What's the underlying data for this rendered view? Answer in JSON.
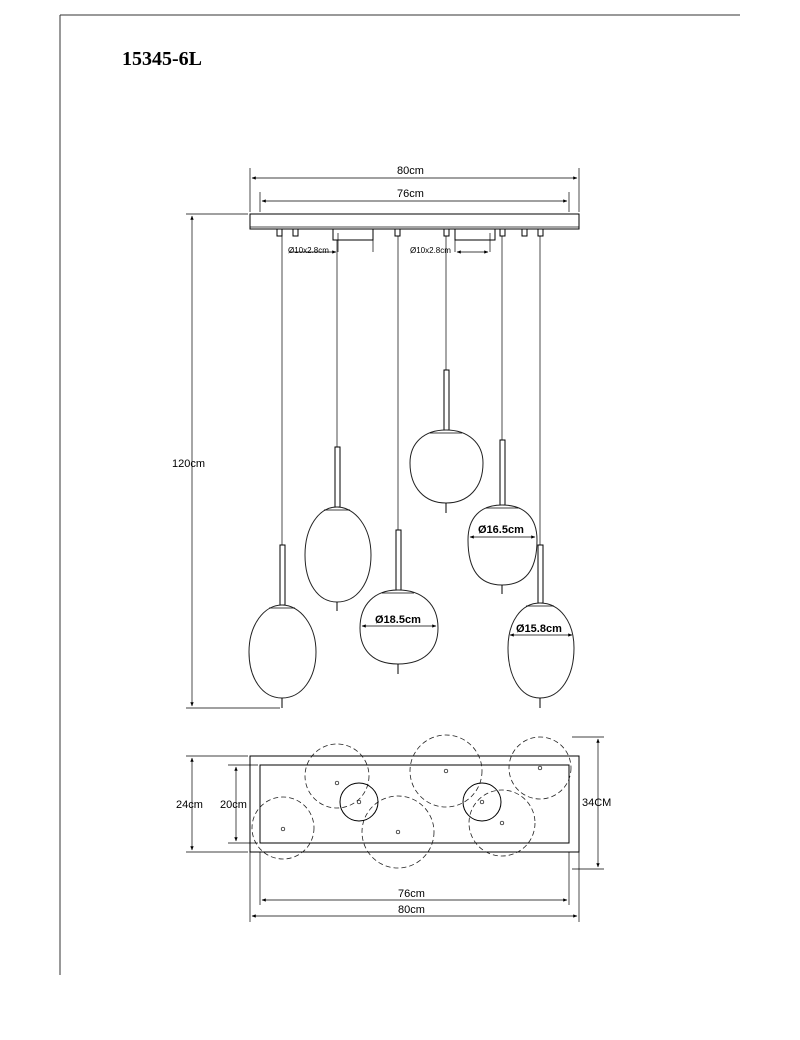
{
  "title": "15345-6L",
  "front_view": {
    "width_outer": "80cm",
    "width_inner": "76cm",
    "height_total": "120cm",
    "canopy_left": "Ø10x2.8cm",
    "canopy_right": "Ø10x2.8cm",
    "shade_a": "Ø16.5cm",
    "shade_b": "Ø18.5cm",
    "shade_c": "Ø15.8cm"
  },
  "top_view": {
    "depth_outer": "24cm",
    "depth_inner": "20cm",
    "depth_total": "34CM",
    "width_inner": "76cm",
    "width_outer": "80cm"
  }
}
